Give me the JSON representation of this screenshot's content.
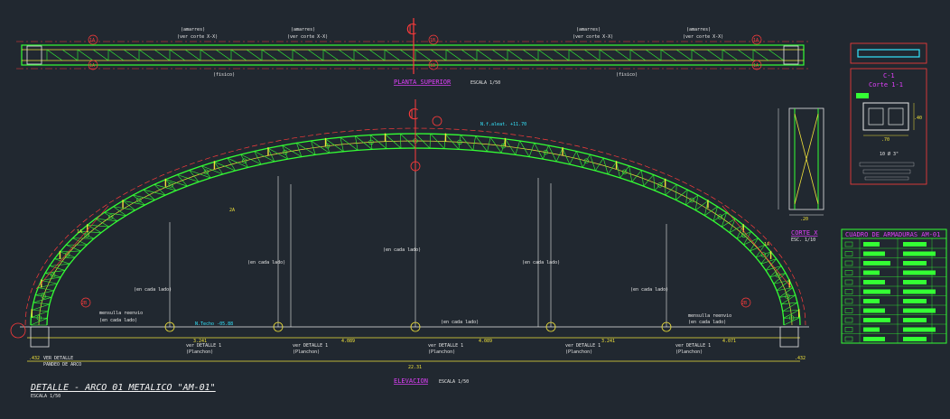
{
  "plan": {
    "title": "PLANTA SUPERIOR",
    "scale": "ESCALA 1/50",
    "zone_1a": "1A",
    "zone_1b": "1B",
    "notes": [
      "(amarres)",
      "(ver corte X-X)",
      "(fisico)"
    ]
  },
  "elevation": {
    "title": "ELEVACION",
    "scale": "ESCALA 1/50",
    "zone_1a": "1A",
    "zone_2a": "2A",
    "zone_2b": "2B",
    "level": "N.f.aleat. +11.70",
    "level_left": "N.Techo -05.88",
    "see_detail": "ver DETALLE 1",
    "see_detail_sub": "(Planchon)",
    "each_side": "(en cada lado)",
    "base_plate": "mensulla reenvio",
    "dims": [
      "3.241",
      "4.089",
      "4.089",
      "3.241",
      "4.071"
    ],
    "total": "22.31",
    "left_end": ".432",
    "right_end": ".432",
    "left_detail": "VER DETALLE",
    "left_detail_2": "PANDEO DE ARCO"
  },
  "corte_x": {
    "title": "CORTE X",
    "scale": "ESC. 1/10",
    "width": ".20"
  },
  "section": {
    "title": "C-1",
    "subtitle": "Corte 1-1",
    "width": ".70",
    "height": ".40",
    "note": "10 Ø 3\""
  },
  "table": {
    "title": "CUADRO DE ARMADURAS AM-01"
  },
  "detail_title": "DETALLE  -  ARCO 01 METALICO \"AM-01\"",
  "detail_scale": "ESCALA 1/50",
  "colors": {
    "background": "#212830",
    "structure": "#34ff34",
    "dimension": "#f0e23a",
    "axis": "#ff3b3b",
    "title": "#e040fb",
    "text": "#e8e8e8"
  }
}
